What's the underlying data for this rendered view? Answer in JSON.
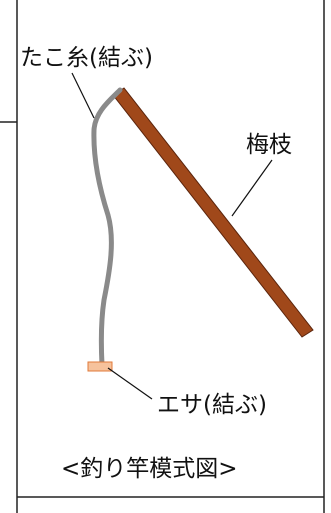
{
  "labels": {
    "string": "たこ糸(結ぶ)",
    "branch": "梅枝",
    "bait": "エサ(結ぶ)",
    "caption": "<釣り竿模式図>"
  },
  "colors": {
    "branch": "#a0481a",
    "branch_outline": "#5a240c",
    "string": "#8a8a8a",
    "bait_fill": "#f6c29c",
    "bait_stroke": "#e07a3a",
    "frame": "#222222"
  }
}
